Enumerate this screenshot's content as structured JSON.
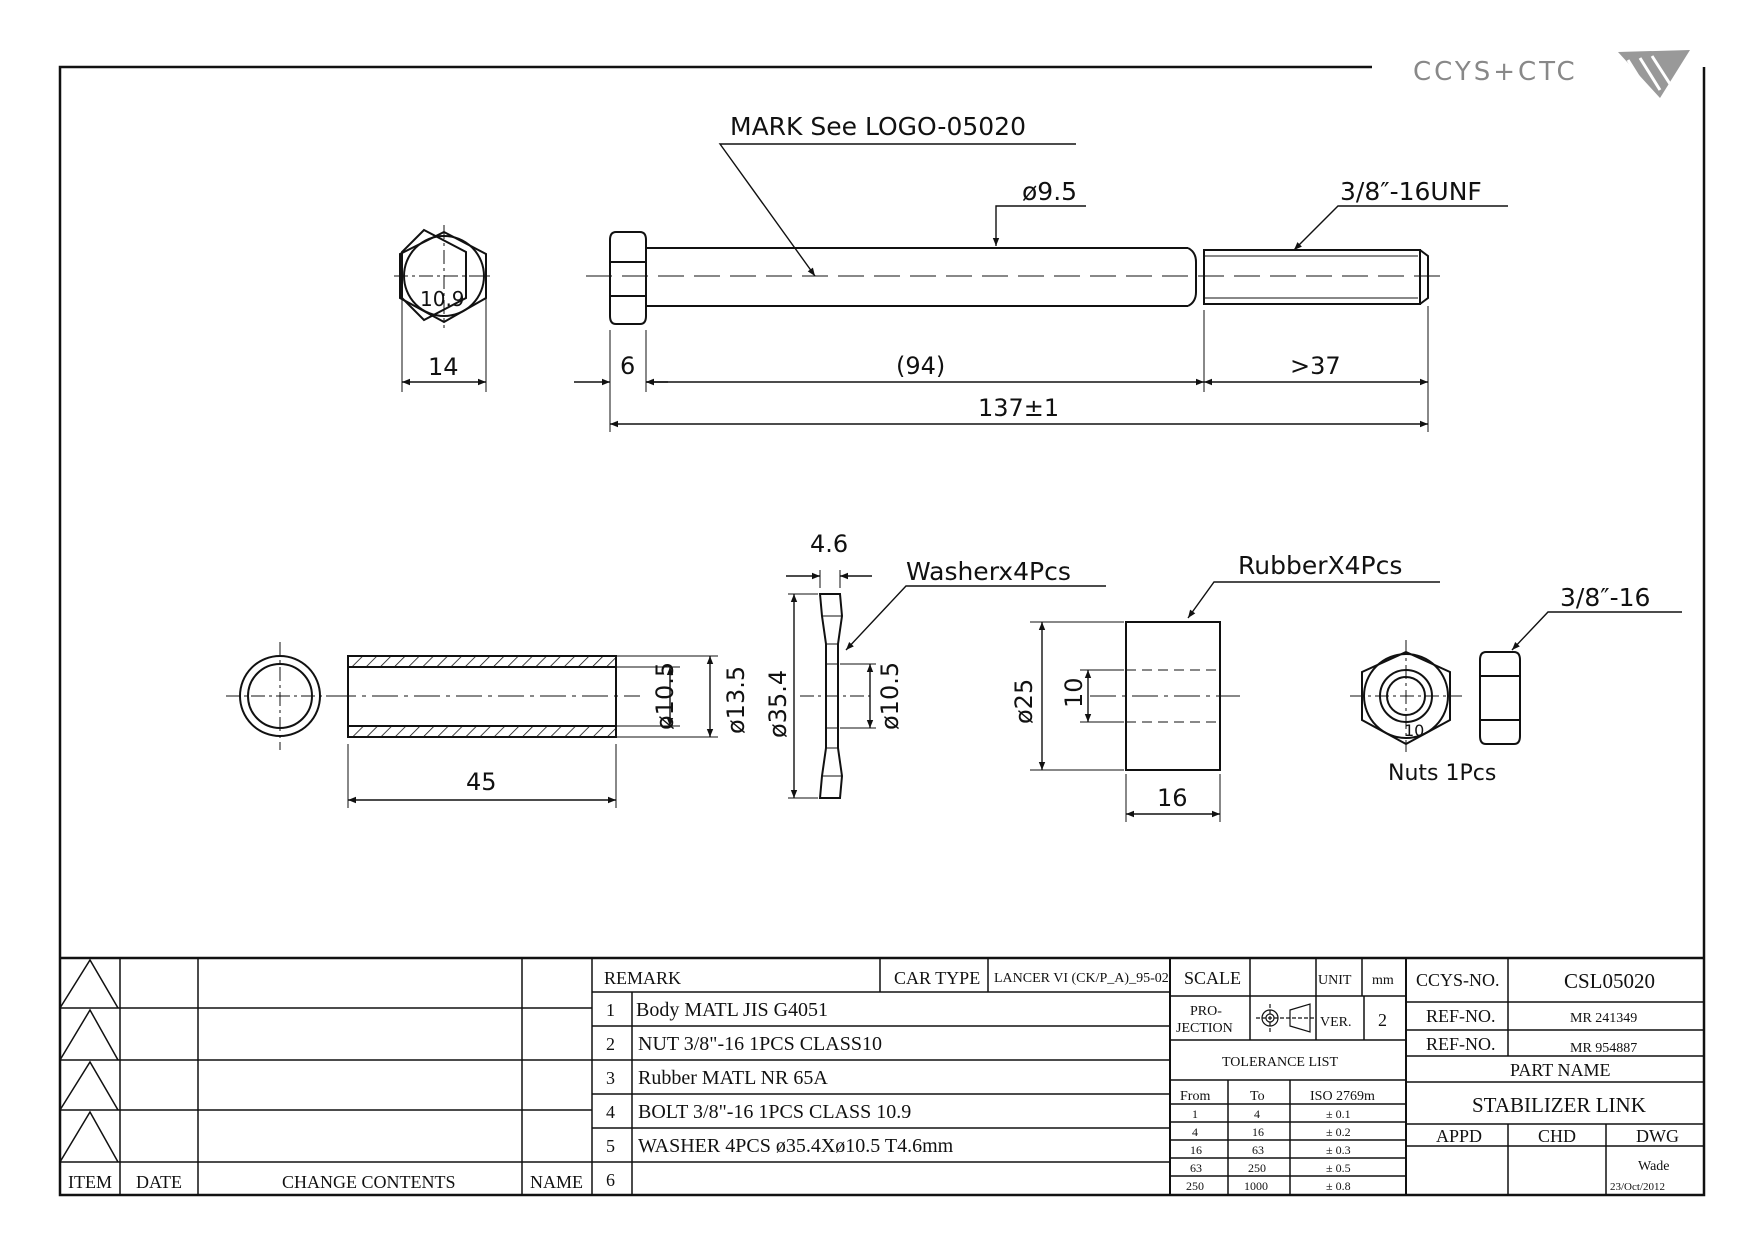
{
  "logo": {
    "text": "CCYS+CTC"
  },
  "callouts": {
    "mark": "MARK See LOGO-05020",
    "shank_dia": "ø9.5",
    "thread": "3/8″-16UNF",
    "washer": "Washerx4Pcs",
    "rubber": "RubberX4Pcs",
    "nut_thread": "3/8″-16",
    "nuts_label": "Nuts 1Pcs"
  },
  "bolt": {
    "head_mark": "10.9",
    "across_flats": "14",
    "head_height": "6",
    "shank_length": "(94)",
    "thread_length": ">37",
    "overall_length": "137±1"
  },
  "sleeve": {
    "length": "45",
    "inner_dia": "ø10.5",
    "outer_dia": "ø13.5"
  },
  "washer": {
    "thickness": "4.6",
    "outer_dia": "ø35.4",
    "inner_dia": "ø10.5"
  },
  "rubber": {
    "outer_dia": "ø25",
    "inner_dia": "10",
    "length": "16"
  },
  "nut": {
    "mark": "10"
  },
  "revision_table": {
    "headers": {
      "item": "ITEM",
      "date": "DATE",
      "contents": "CHANGE CONTENTS",
      "name": "NAME"
    }
  },
  "remarks": {
    "header": "REMARK",
    "car_type_label": "CAR TYPE",
    "car_type_value": "LANCER VI (CK/P_A)_95-02",
    "items": [
      {
        "no": "1",
        "text": "Body MATL JIS G4051"
      },
      {
        "no": "2",
        "text": "NUT 3/8\"-16 1PCS CLASS10"
      },
      {
        "no": "3",
        "text": "Rubber MATL NR 65A"
      },
      {
        "no": "4",
        "text": "BOLT  3/8\"-16 1PCS CLASS 10.9"
      },
      {
        "no": "5",
        "text": "WASHER 4PCS ø35.4Xø10.5 T4.6mm"
      },
      {
        "no": "6",
        "text": ""
      }
    ]
  },
  "title_block": {
    "scale_label": "SCALE",
    "scale_value": "",
    "unit_label": "UNIT",
    "unit_value": "mm",
    "projection_label_1": "PRO-",
    "projection_label_2": "JECTION",
    "ver_label": "VER.",
    "ver_value": "2",
    "ccys_no_label": "CCYS-NO.",
    "ccys_no_value": "CSL05020",
    "ref_no_label_1": "REF-NO.",
    "ref_no_value_1": "MR 241349",
    "ref_no_label_2": "REF-NO.",
    "ref_no_value_2": "MR 954887",
    "part_name_label": "PART NAME",
    "part_name_value": "STABILIZER LINK",
    "appd_label": "APPD",
    "chd_label": "CHD",
    "dwg_label": "DWG",
    "dwg_name": "Wade",
    "dwg_date": "23/Oct/2012"
  },
  "tolerance": {
    "title": "TOLERANCE LIST",
    "headers": [
      "From",
      "To",
      "ISO 2769m"
    ],
    "rows": [
      [
        "1",
        "4",
        "± 0.1"
      ],
      [
        "4",
        "16",
        "± 0.2"
      ],
      [
        "16",
        "63",
        "± 0.3"
      ],
      [
        "63",
        "250",
        "± 0.5"
      ],
      [
        "250",
        "1000",
        "± 0.8"
      ]
    ]
  }
}
